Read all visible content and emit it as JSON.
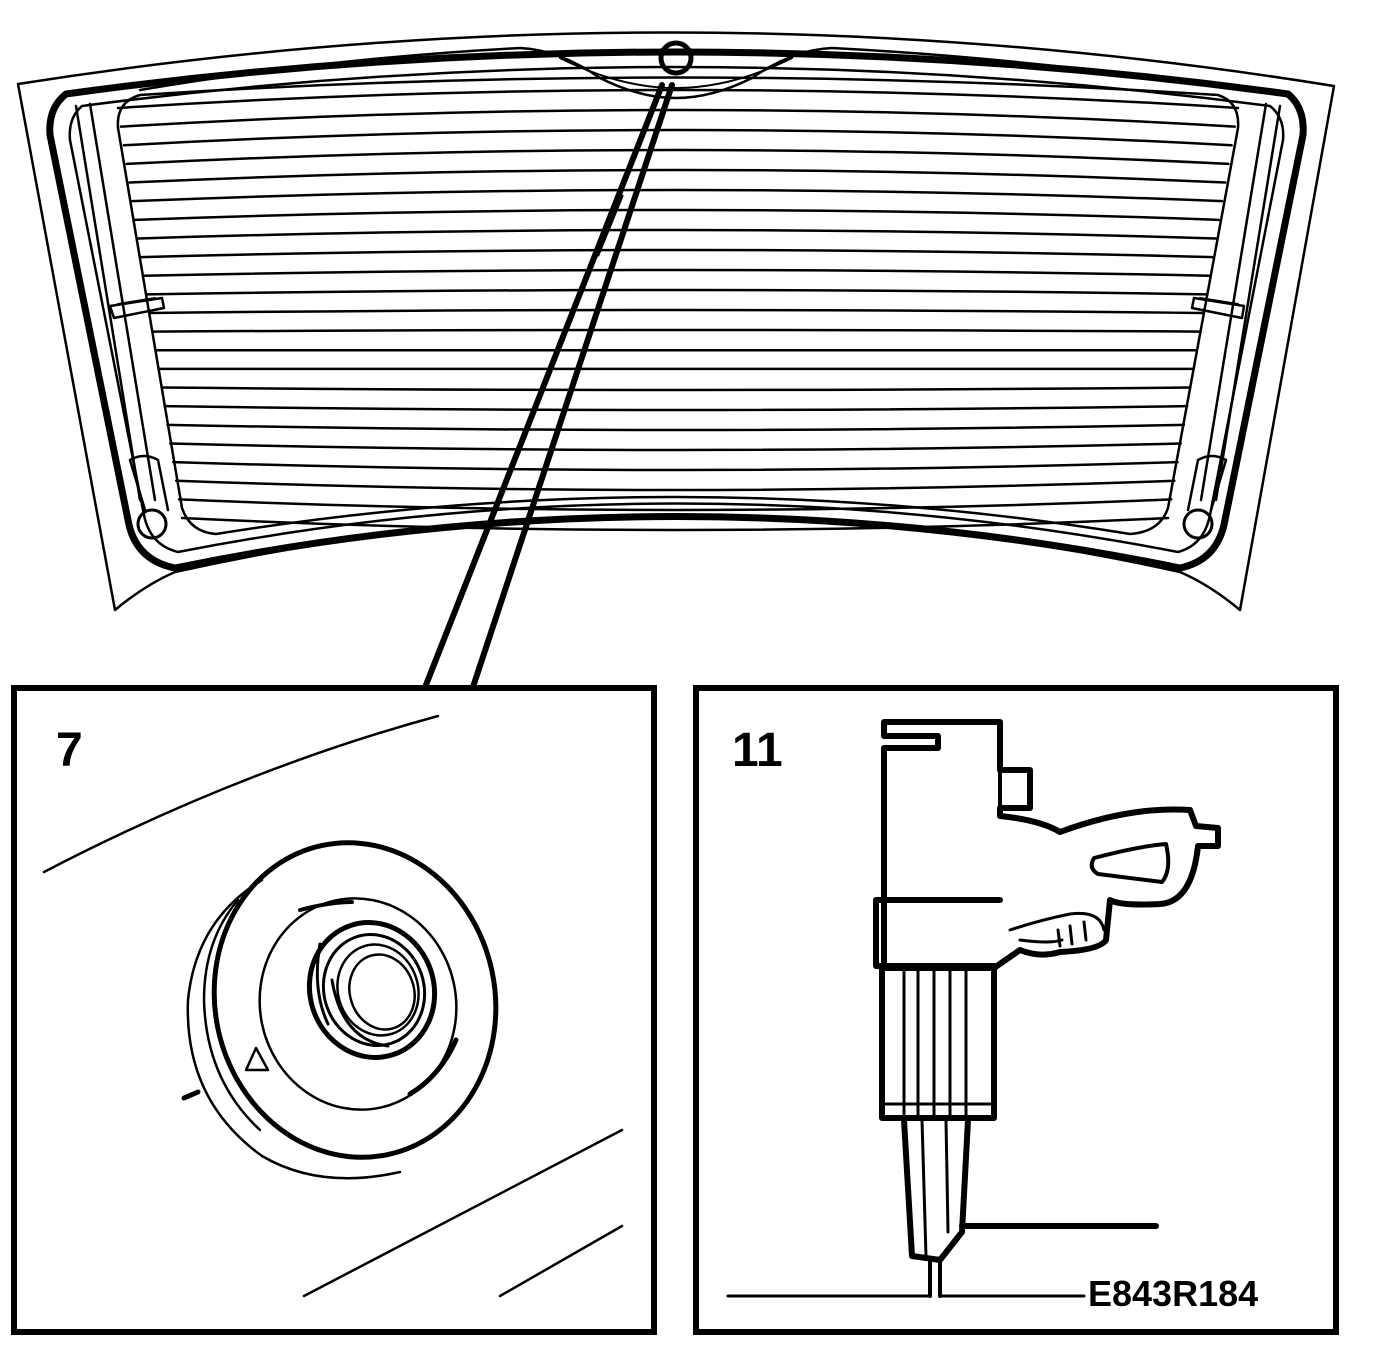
{
  "figure": {
    "detail_left_label": "7",
    "detail_right_label": "11",
    "reference_code": "E843R184"
  },
  "colors": {
    "ink": "#000000",
    "paper": "#ffffff"
  }
}
